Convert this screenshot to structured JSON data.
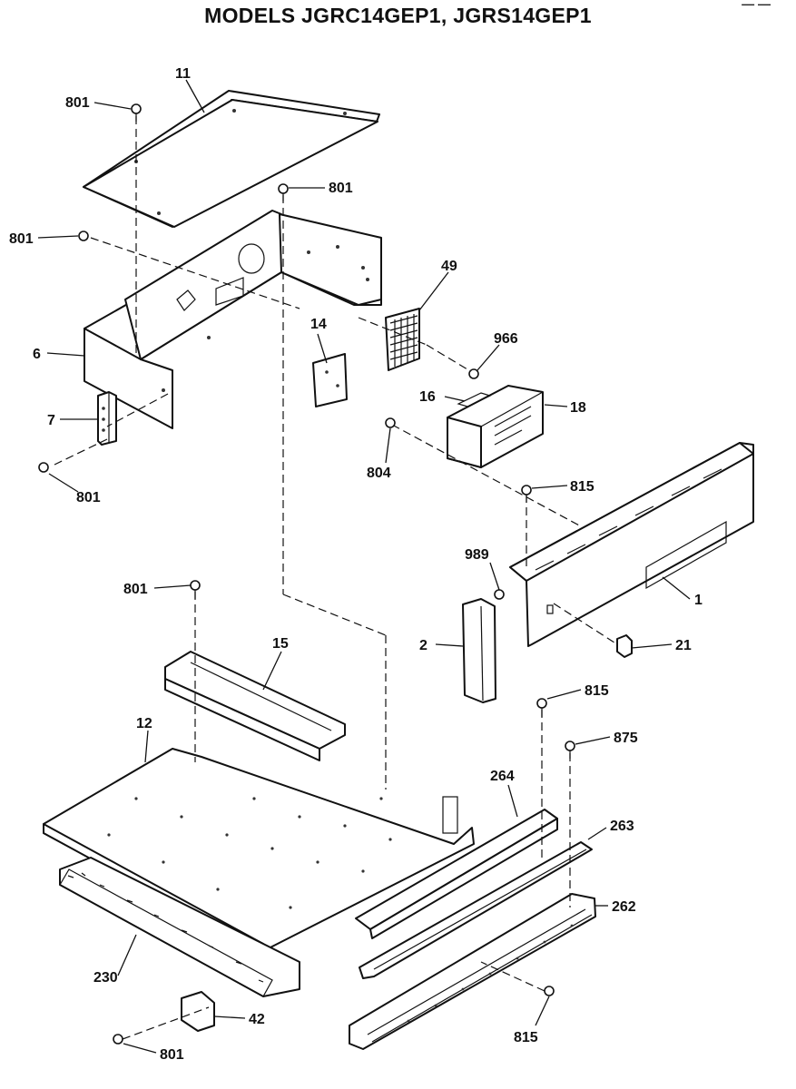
{
  "title": "MODELS JGRC14GEP1, JGRS14GEP1",
  "corner_text": "— —",
  "labels": {
    "p11": "11",
    "p801a": "801",
    "p801b": "801",
    "p801c": "801",
    "p801d": "801",
    "p801e": "801",
    "p801f": "801",
    "p6": "6",
    "p7": "7",
    "p14": "14",
    "p49": "49",
    "p966": "966",
    "p16": "16",
    "p18": "18",
    "p804": "804",
    "p815a": "815",
    "p989": "989",
    "p1": "1",
    "p2": "2",
    "p21": "21",
    "p15": "15",
    "p12": "12",
    "p815b": "815",
    "p875": "875",
    "p264": "264",
    "p263": "263",
    "p262": "262",
    "p230": "230",
    "p42": "42",
    "p815c": "815"
  }
}
